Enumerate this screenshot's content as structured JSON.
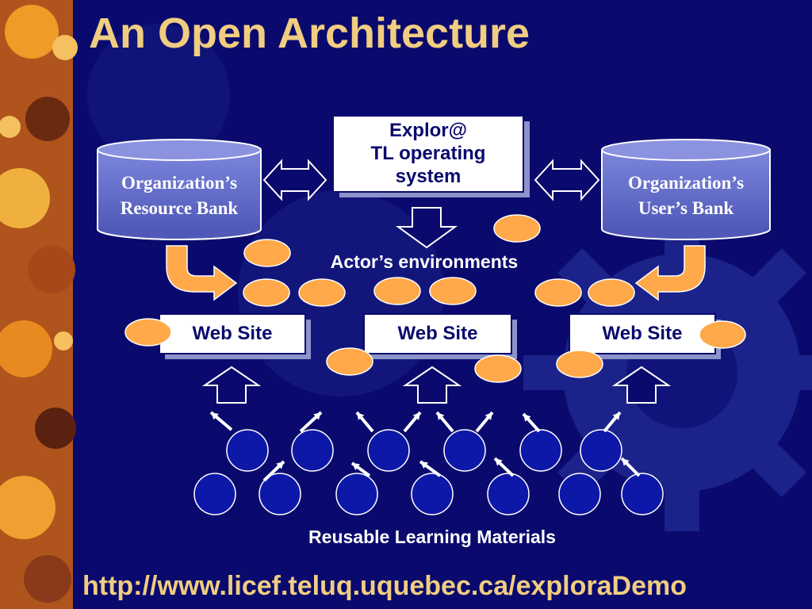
{
  "slide": {
    "title": "An Open Architecture",
    "url": "http://www.licef.teluq.uquebec.ca/exploraDemo"
  },
  "diagram": {
    "operating_system": {
      "lines": [
        "Explor@",
        "TL operating",
        "system"
      ]
    },
    "resource_bank": {
      "lines": [
        "Organization’s",
        "Resource Bank"
      ]
    },
    "user_bank": {
      "lines": [
        "Organization’s",
        "User’s Bank"
      ]
    },
    "actors_label": "Actor’s environments",
    "web_sites": [
      "Web Site",
      "Web Site",
      "Web Site"
    ],
    "materials_label": "Reusable Learning Materials"
  },
  "colors": {
    "background": "#0a0a6e",
    "title": "#f0cd80",
    "actor": "#ffa94a",
    "cylinder": "#6b74cf",
    "material_node": "#0d18a8",
    "box": "#ffffff"
  }
}
